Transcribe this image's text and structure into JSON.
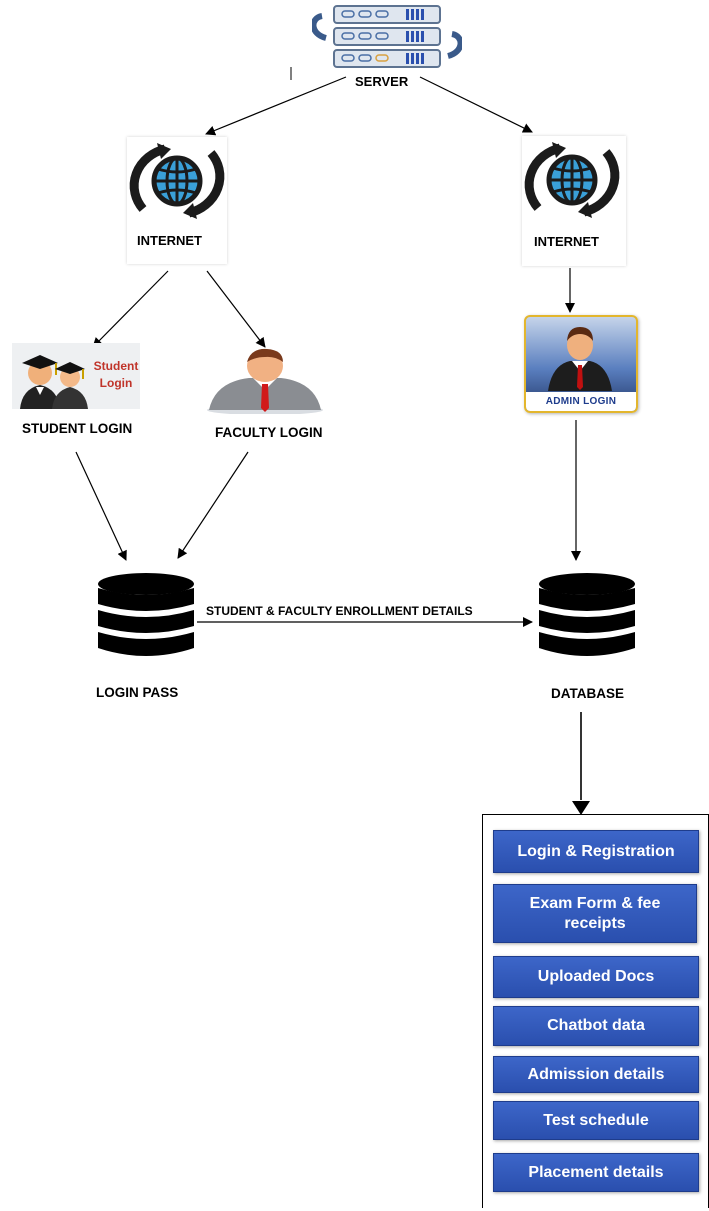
{
  "nodes": {
    "server": "SERVER",
    "internet_left": "INTERNET",
    "internet_right": "INTERNET",
    "student_login": "STUDENT LOGIN",
    "student_login_icon_line1": "Student",
    "student_login_icon_line2": "Login",
    "faculty_login": "FACULTY LOGIN",
    "admin_login": "ADMIN LOGIN",
    "login_pass": "LOGIN PASS",
    "database": "DATABASE"
  },
  "edges": {
    "enrollment": "STUDENT & FACULTY ENROLLMENT DETAILS"
  },
  "modules": [
    "Login & Registration",
    "Exam Form & fee receipts",
    "Uploaded Docs",
    "Chatbot data",
    "Admission details",
    "Test schedule",
    "Placement details"
  ],
  "colors": {
    "module_fill": "#2f55b8",
    "admin_border": "#e3b62d",
    "student_text": "#c0342a",
    "globe_blue": "#3aa0d8"
  },
  "icons": [
    "server-icon",
    "globe-icon",
    "graduates-icon",
    "businessman-icon",
    "database-icon"
  ]
}
